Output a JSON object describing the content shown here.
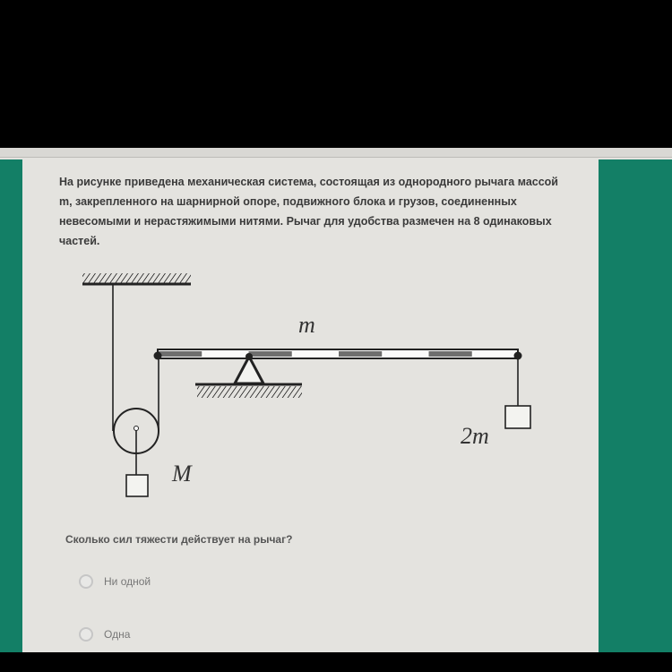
{
  "problem_text": "На рисунке приведена механическая система, состоящая из однородного рычага массой m, закрепленного на шарнирной опоре, подвижного блока и грузов, соединенных невесомыми и нерастяжимыми нитями. Рычаг для удобства размечен на 8 одинаковых частей.",
  "diagram": {
    "lever_mass_label": "m",
    "right_load_label": "2m",
    "left_load_label": "M",
    "segments": 8
  },
  "question": "Сколько сил тяжести действует на рычаг?",
  "options": [
    {
      "label": "Ни одной",
      "selected": false
    },
    {
      "label": "Одна",
      "selected": false
    }
  ],
  "colors": {
    "accent_green": "#137f66",
    "background": "#e4e3df"
  }
}
